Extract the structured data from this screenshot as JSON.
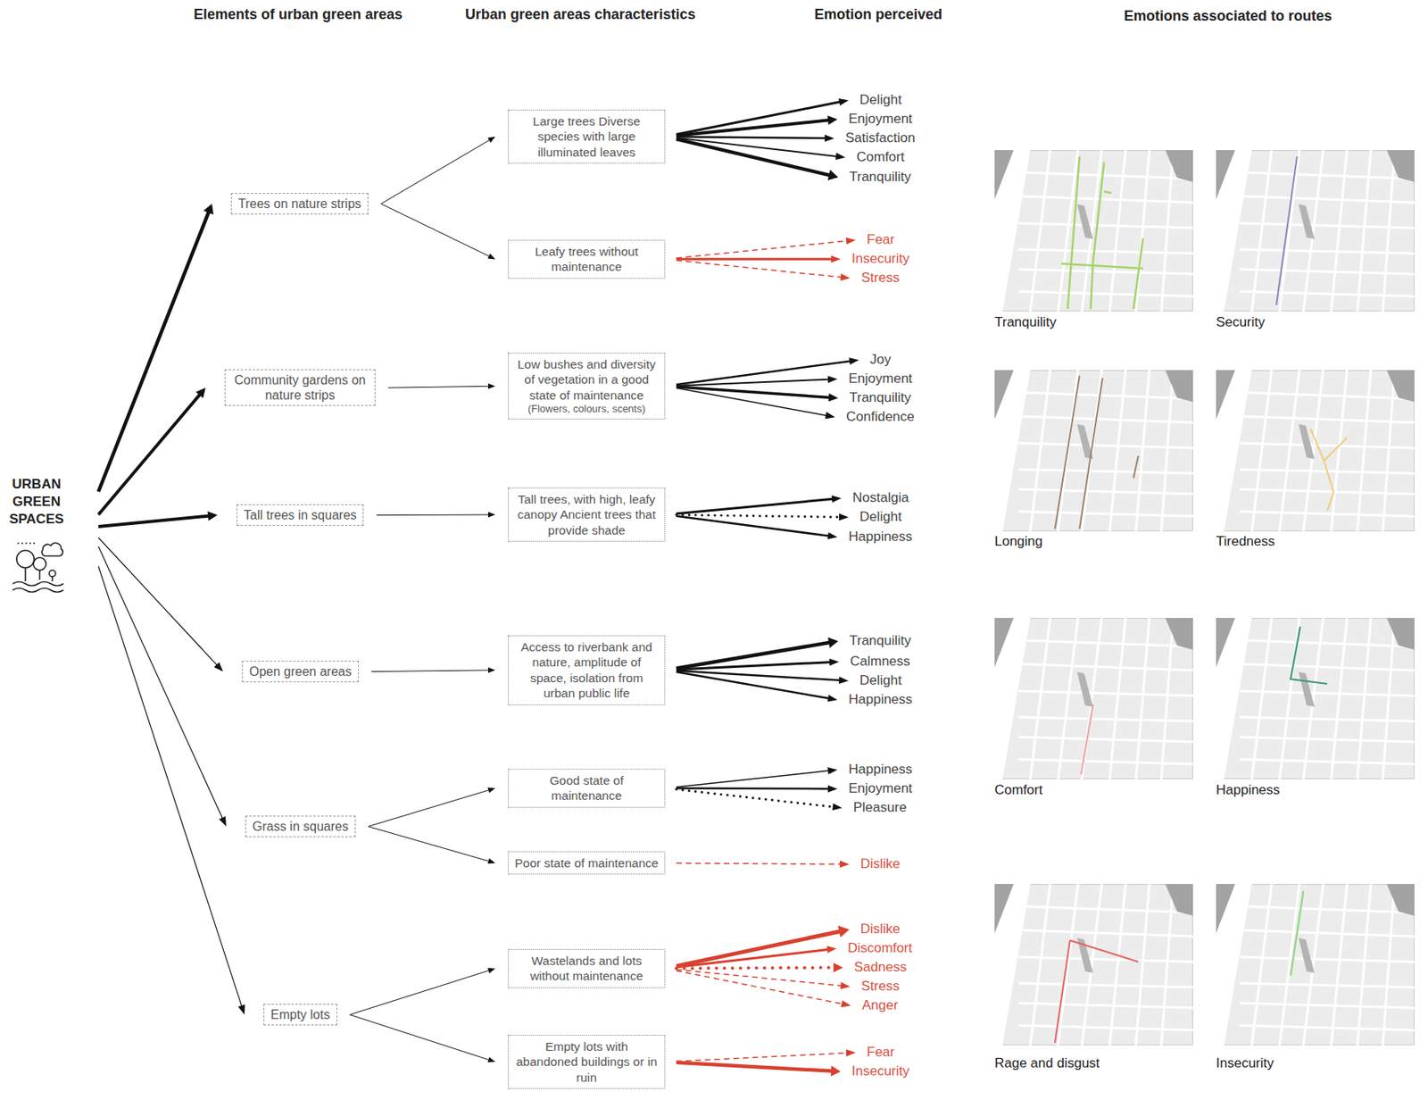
{
  "diagram": {
    "nodes": [
      {
        "text": [
          "URBAN GREEN SPACES"
        ]
      },
      {
        "text": [
          "Trees on nature strips"
        ]
      },
      {
        "text": [
          "Community gardens on nature strips"
        ]
      },
      {
        "text": [
          "Tall trees in squares"
        ]
      },
      {
        "text": [
          "Open green areas"
        ]
      },
      {
        "text": [
          "Grass in squares"
        ]
      },
      {
        "text": [
          "Empty lots"
        ]
      },
      {
        "text": [
          "Large trees Diverse species with large illuminated leaves"
        ]
      },
      {
        "text": [
          "Leafy trees without maintenance"
        ]
      },
      {
        "text": [
          "Low bushes and diversity of vegetation in a good state of maintenance",
          "(Flowers, colours, scents)"
        ]
      },
      {
        "text": [
          "Tall trees, with high, leafy canopy Ancient trees that provide shade"
        ]
      },
      {
        "text": [
          "Access to riverbank and nature, amplitude of space, isolation from urban public life"
        ]
      },
      {
        "text": [
          "Good state of maintenance"
        ]
      },
      {
        "text": [
          "Poor state of maintenance"
        ]
      },
      {
        "text": [
          "Wastelands and lots without maintenance"
        ]
      },
      {
        "text": [
          "Empty lots with abandoned buildings or in ruin"
        ]
      },
      {
        "text": [
          "Delight"
        ]
      },
      {
        "text": [
          "Enjoyment"
        ]
      },
      {
        "text": [
          "Satisfaction"
        ]
      },
      {
        "text": [
          "Comfort"
        ]
      },
      {
        "text": [
          "Tranquility"
        ]
      },
      {
        "text": [
          "Fear"
        ]
      },
      {
        "text": [
          "Insecurity"
        ]
      },
      {
        "text": [
          "Stress"
        ]
      },
      {
        "text": [
          "Joy"
        ]
      },
      {
        "text": [
          "Enjoyment"
        ]
      },
      {
        "text": [
          "Tranquility"
        ]
      },
      {
        "text": [
          "Confidence"
        ]
      },
      {
        "text": [
          "Nostalgia"
        ]
      },
      {
        "text": [
          "Delight"
        ]
      },
      {
        "text": [
          "Happiness"
        ]
      },
      {
        "text": [
          "Tranquility"
        ]
      },
      {
        "text": [
          "Calmness"
        ]
      },
      {
        "text": [
          "Delight"
        ]
      },
      {
        "text": [
          "Happiness"
        ]
      },
      {
        "text": [
          "Happiness"
        ]
      },
      {
        "text": [
          "Enjoyment"
        ]
      },
      {
        "text": [
          "Pleasure"
        ]
      },
      {
        "text": [
          "Dislike"
        ]
      },
      {
        "text": [
          "Dislike"
        ]
      },
      {
        "text": [
          "Discomfort"
        ]
      },
      {
        "text": [
          "Sadness"
        ]
      },
      {
        "text": [
          "Stress"
        ]
      },
      {
        "text": [
          "Anger"
        ]
      },
      {
        "text": [
          "Fear"
        ]
      },
      {
        "text": [
          "Insecurity"
        ]
      }
    ],
    "edges": [
      {
        "from": 0,
        "to": 1,
        "arrow": "to"
      },
      {
        "from": 0,
        "to": 2,
        "arrow": "to"
      },
      {
        "from": 0,
        "to": 3,
        "arrow": "to"
      },
      {
        "from": 0,
        "to": 4,
        "arrow": "to"
      },
      {
        "from": 0,
        "to": 5,
        "arrow": "to"
      },
      {
        "from": 0,
        "to": 6,
        "arrow": "to"
      },
      {
        "from": 1,
        "to": 7,
        "arrow": "to"
      },
      {
        "from": 1,
        "to": 8,
        "arrow": "to"
      },
      {
        "from": 2,
        "to": 9,
        "arrow": "to"
      },
      {
        "from": 3,
        "to": 10,
        "arrow": "to"
      },
      {
        "from": 4,
        "to": 11,
        "arrow": "to"
      },
      {
        "from": 5,
        "to": 12,
        "arrow": "to"
      },
      {
        "from": 5,
        "to": 13,
        "arrow": "to"
      },
      {
        "from": 6,
        "to": 14,
        "arrow": "to"
      },
      {
        "from": 6,
        "to": 15,
        "arrow": "to"
      },
      {
        "from": 7,
        "to": 16,
        "arrow": "to"
      },
      {
        "from": 7,
        "to": 17,
        "arrow": "to"
      },
      {
        "from": 7,
        "to": 18,
        "arrow": "to"
      },
      {
        "from": 7,
        "to": 19,
        "arrow": "to"
      },
      {
        "from": 7,
        "to": 20,
        "arrow": "to"
      },
      {
        "from": 8,
        "to": 21,
        "arrow": "to"
      },
      {
        "from": 8,
        "to": 22,
        "arrow": "to"
      },
      {
        "from": 8,
        "to": 23,
        "arrow": "to"
      },
      {
        "from": 9,
        "to": 24,
        "arrow": "to"
      },
      {
        "from": 9,
        "to": 25,
        "arrow": "to"
      },
      {
        "from": 9,
        "to": 26,
        "arrow": "to"
      },
      {
        "from": 9,
        "to": 27,
        "arrow": "to"
      },
      {
        "from": 10,
        "to": 28,
        "arrow": "to"
      },
      {
        "from": 10,
        "to": 29,
        "arrow": "to"
      },
      {
        "from": 10,
        "to": 30,
        "arrow": "to"
      },
      {
        "from": 11,
        "to": 31,
        "arrow": "to"
      },
      {
        "from": 11,
        "to": 32,
        "arrow": "to"
      },
      {
        "from": 11,
        "to": 33,
        "arrow": "to"
      },
      {
        "from": 11,
        "to": 34,
        "arrow": "to"
      },
      {
        "from": 12,
        "to": 35,
        "arrow": "to"
      },
      {
        "from": 12,
        "to": 36,
        "arrow": "to"
      },
      {
        "from": 12,
        "to": 37,
        "arrow": "to"
      },
      {
        "from": 13,
        "to": 38,
        "arrow": "to"
      },
      {
        "from": 14,
        "to": 39,
        "arrow": "to"
      },
      {
        "from": 14,
        "to": 40,
        "arrow": "to"
      },
      {
        "from": 14,
        "to": 41,
        "arrow": "to"
      },
      {
        "from": 14,
        "to": 42,
        "arrow": "to"
      },
      {
        "from": 14,
        "to": 43,
        "arrow": "to"
      },
      {
        "from": 15,
        "to": 44,
        "arrow": "to"
      },
      {
        "from": 15,
        "to": 45,
        "arrow": "to"
      }
    ],
    "labels": [
      "Elements of urban green areas",
      "Urban green areas characteristics",
      "Emotion perceived",
      "Emotions associated to routes",
      "Tranquility",
      "Security",
      "Longing",
      "Tiredness",
      "Comfort",
      "Happiness",
      "Rage and disgust",
      "Insecurity"
    ]
  }
}
